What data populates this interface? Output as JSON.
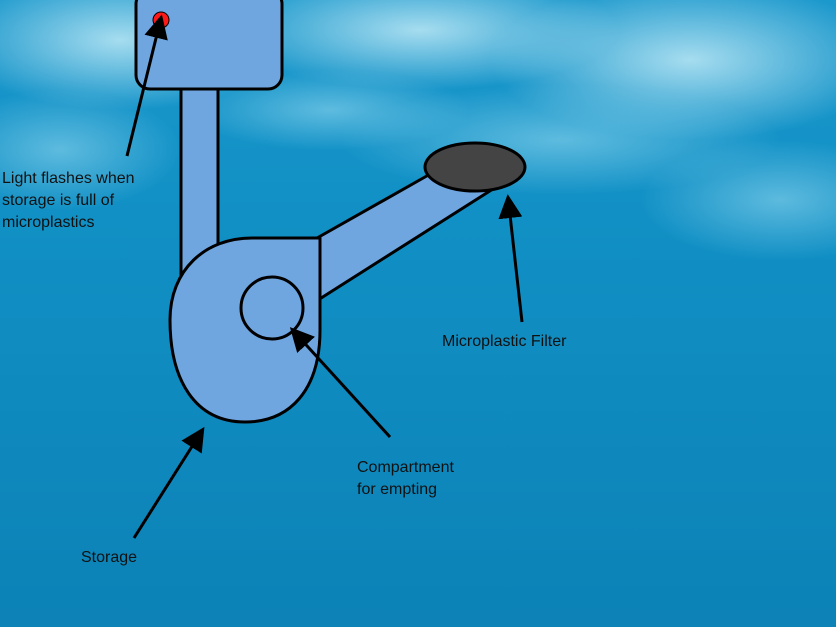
{
  "colors": {
    "water_deep": "#0f87ba",
    "water_light": "#5fc4e6",
    "device_fill": "#6fa6e0",
    "outline": "#000000",
    "filter_fill": "#444444",
    "indicator_light": "#ff1a1a"
  },
  "labels": {
    "light": [
      "Light flashes when",
      "storage is full of",
      "microplastics"
    ],
    "filter": "Microplastic Filter",
    "compartment": [
      "Compartment",
      "for empting"
    ],
    "storage": "Storage"
  }
}
